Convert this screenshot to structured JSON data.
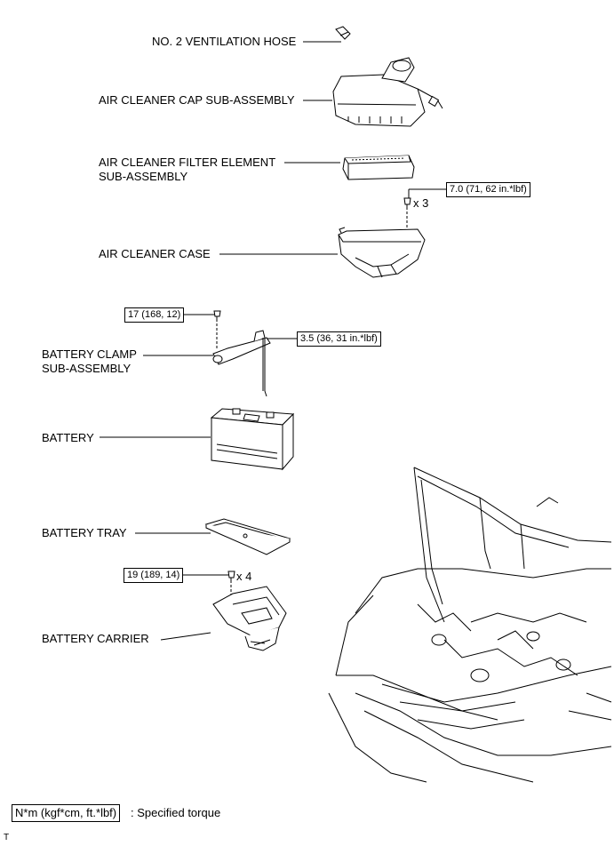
{
  "labels": {
    "vent_hose": "NO. 2 VENTILATION HOSE",
    "cap": "AIR CLEANER CAP SUB-ASSEMBLY",
    "filter_1": "AIR CLEANER FILTER ELEMENT",
    "filter_2": "SUB-ASSEMBLY",
    "case": "AIR CLEANER CASE",
    "clamp_1": "BATTERY CLAMP",
    "clamp_2": "SUB-ASSEMBLY",
    "battery": "BATTERY",
    "tray": "BATTERY TRAY",
    "carrier": "BATTERY CARRIER"
  },
  "torques": {
    "case_bolt": "7.0 (71, 62 in.*lbf)",
    "clamp_bolt": "17 (168, 12)",
    "clamp_nut": "3.5 (36, 31 in.*lbf)",
    "carrier_bolt": "19 (189, 14)"
  },
  "counts": {
    "case_bolt": "x 3",
    "carrier_bolt": "x 4"
  },
  "legend": {
    "box": "N*m (kgf*cm, ft.*lbf)",
    "text": ": Specified torque"
  },
  "corner_mark": "T"
}
